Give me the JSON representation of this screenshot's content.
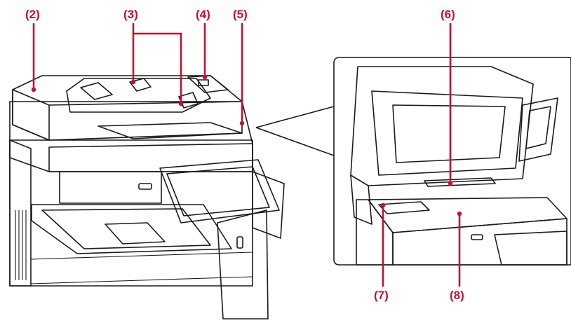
{
  "callouts": {
    "c2": "(2)",
    "c3": "(3)",
    "c4": "(4)",
    "c5": "(5)",
    "c6": "(6)",
    "c7": "(7)",
    "c8": "(8)"
  },
  "colors": {
    "callout": "#c8102e",
    "outline": "#1a1a1a",
    "body_light": "#f4f4f4",
    "body_mid": "#e2e2e2",
    "body_dark": "#bdbdbd",
    "screen": "#2a2f36"
  }
}
